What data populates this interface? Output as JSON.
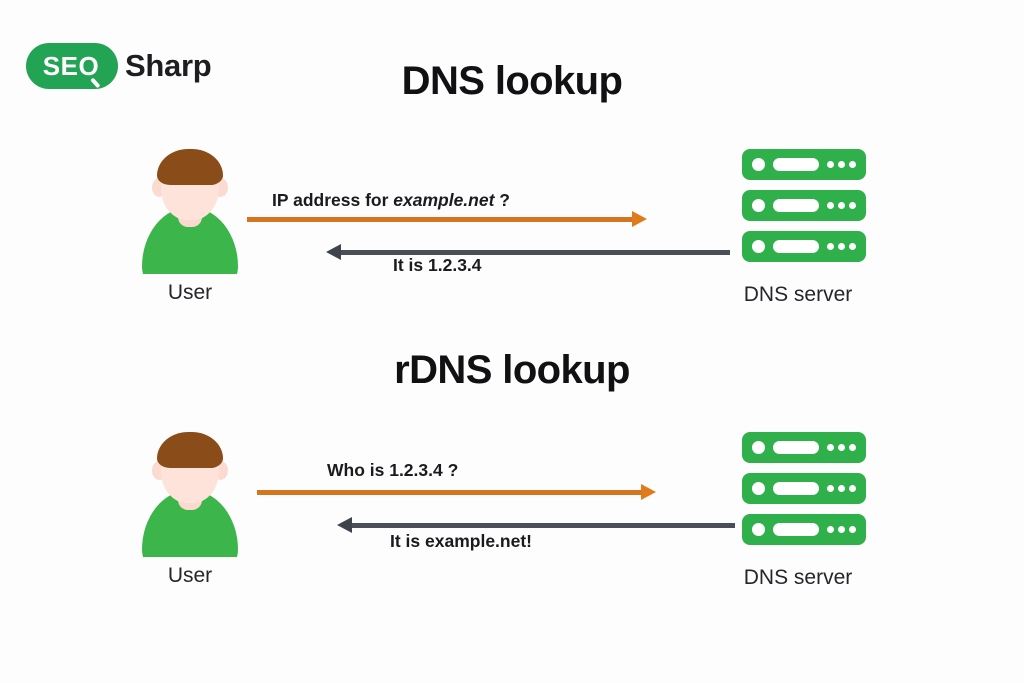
{
  "brand": {
    "logo_mark_text": "SEO",
    "logo_word": "Sharp",
    "logo_icon": "magnifier-icon",
    "green": "#23a455",
    "dark": "#1e1e22"
  },
  "colors": {
    "background": "#fdfdfd",
    "request_arrow": "#d3761f",
    "response_arrow": "#4a4e56",
    "server_green": "#2fb04a",
    "user_shirt_green": "#3cb54b",
    "user_hair_brown": "#8a4d19",
    "user_skin": "#fde3da",
    "title_text": "#111114"
  },
  "diagram": {
    "type": "sequence",
    "sections": [
      {
        "id": "dns",
        "title": "DNS lookup",
        "left_actor": {
          "label": "User",
          "icon": "user-avatar-icon"
        },
        "right_actor": {
          "label": "DNS server",
          "icon": "server-stack-icon"
        },
        "messages": [
          {
            "direction": "request",
            "from": "User",
            "to": "DNS server",
            "label_prefix": "IP address for ",
            "label_emphasis": "example.net",
            "label_suffix": " ?",
            "label_plain": "IP address for example.net ?"
          },
          {
            "direction": "response",
            "from": "DNS server",
            "to": "User",
            "label_prefix": "It is 1.2.3.4",
            "label_emphasis": "",
            "label_suffix": "",
            "label_plain": "It is 1.2.3.4"
          }
        ]
      },
      {
        "id": "rdns",
        "title": "rDNS lookup",
        "left_actor": {
          "label": "User",
          "icon": "user-avatar-icon"
        },
        "right_actor": {
          "label": "DNS server",
          "icon": "server-stack-icon"
        },
        "messages": [
          {
            "direction": "request",
            "from": "User",
            "to": "DNS server",
            "label_prefix": "Who is 1.2.3.4 ?",
            "label_emphasis": "",
            "label_suffix": "",
            "label_plain": "Who is 1.2.3.4 ?"
          },
          {
            "direction": "response",
            "from": "DNS server",
            "to": "User",
            "label_prefix": "It is example.net!",
            "label_emphasis": "",
            "label_suffix": "",
            "label_plain": "It is example.net!"
          }
        ]
      }
    ]
  }
}
